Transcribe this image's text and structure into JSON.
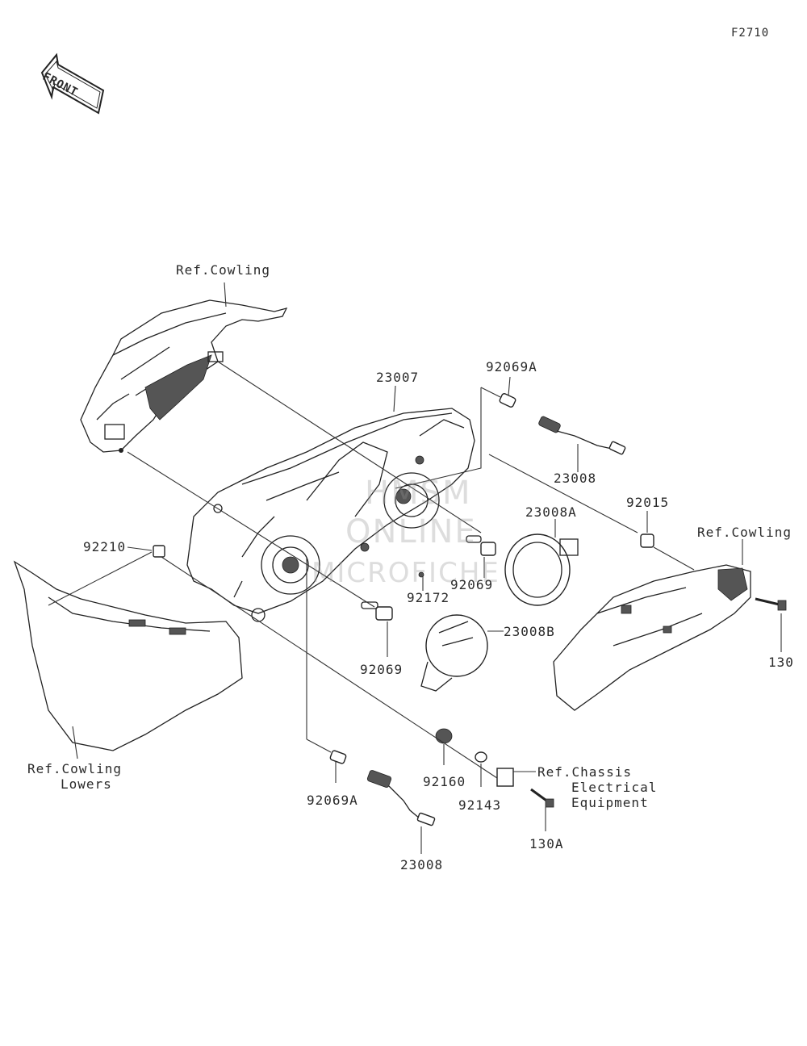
{
  "figure_code": "F2710",
  "front_arrow": {
    "label": "FRONT",
    "icon": "front-arrow-icon"
  },
  "watermark": [
    "HMSM",
    "ONLINE",
    "MICROFICHE"
  ],
  "labels": {
    "ref_cowling_top": "Ref.Cowling",
    "ref_cowling_right": "Ref.Cowling",
    "ref_cowling_lowers_1": "Ref.Cowling",
    "ref_cowling_lowers_2": "Lowers",
    "ref_chassis_1": "Ref.Chassis",
    "ref_chassis_2": "Electrical",
    "ref_chassis_3": "Equipment"
  },
  "parts": {
    "p23007": "23007",
    "p92069A_top": "92069A",
    "p23008_top": "23008",
    "p23008A": "23008A",
    "p92015": "92015",
    "p92210": "92210",
    "p92069_right": "92069",
    "p92172": "92172",
    "p23008B": "23008B",
    "p92069_mid": "92069",
    "p130": "130",
    "p92160": "92160",
    "p92143": "92143",
    "p92069A_bottom": "92069A",
    "p130A": "130A",
    "p23008_bottom": "23008"
  }
}
